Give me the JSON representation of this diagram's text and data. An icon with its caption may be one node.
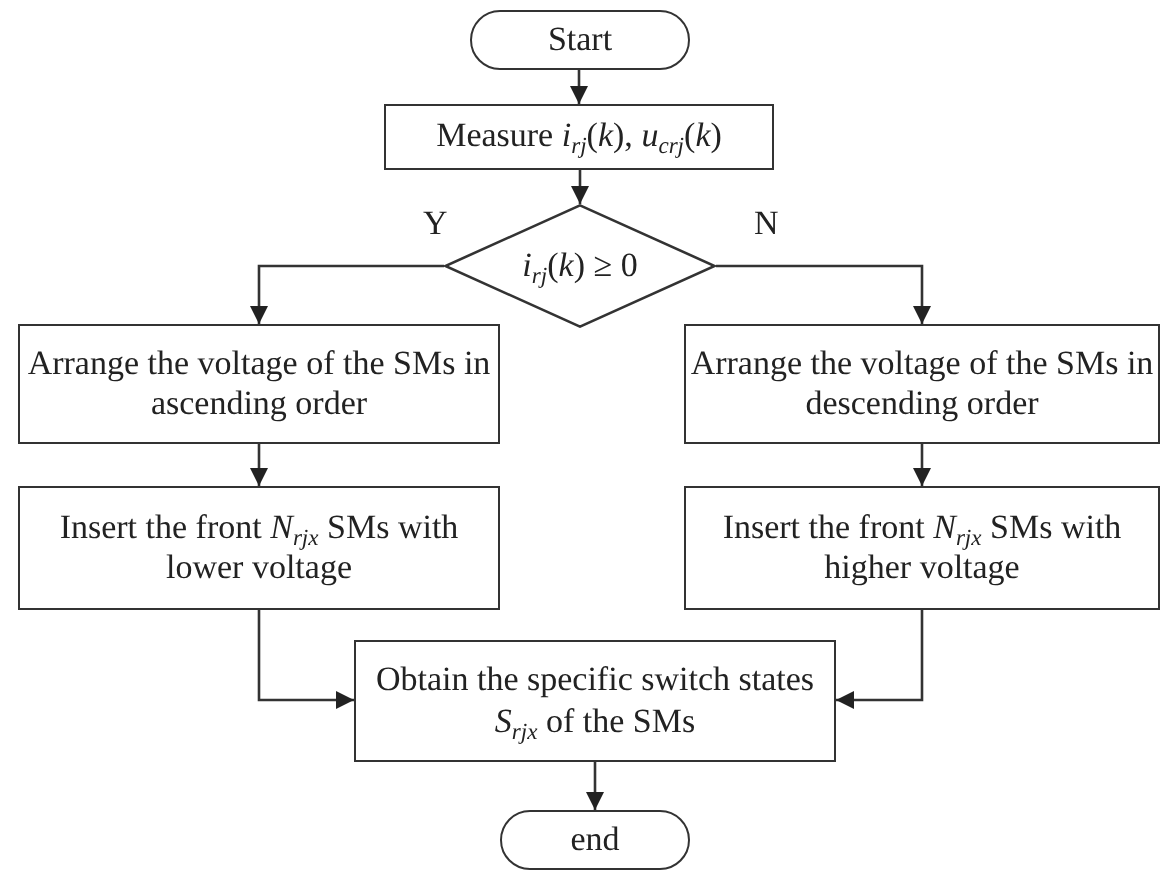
{
  "diagram": {
    "nodes": [
      {
        "text": [
          "Start"
        ]
      },
      {
        "text": [
          "Measure *i*$_{rj}$(*k*), *u*$_{crj}$(*k*)"
        ]
      },
      {
        "text": [
          "*i*$_{rj}$(*k*) ≥ 0"
        ]
      },
      {
        "text": [
          "Arrange the voltage of the SMs in ascending order"
        ]
      },
      {
        "text": [
          "Arrange the voltage of the SMs in descending order"
        ]
      },
      {
        "text": [
          "Insert the front *N*$_{rjx}$ SMs with lower voltage"
        ]
      },
      {
        "text": [
          "Insert the front *N*$_{rjx}$ SMs with higher voltage"
        ]
      },
      {
        "text": [
          "Obtain the specific switch states *S*$_{rjx}$ of the SMs"
        ]
      },
      {
        "text": [
          "end"
        ]
      }
    ],
    "edges": [
      {
        "from": 0,
        "to": 1,
        "arrow": "to"
      },
      {
        "from": 1,
        "to": 2,
        "arrow": "to"
      },
      {
        "from": 2,
        "to": 3,
        "arrow": "to",
        "label": "Y"
      },
      {
        "from": 2,
        "to": 4,
        "arrow": "to",
        "label": "N"
      },
      {
        "from": 3,
        "to": 5,
        "arrow": "to"
      },
      {
        "from": 4,
        "to": 6,
        "arrow": "to"
      },
      {
        "from": 5,
        "to": 7,
        "arrow": "to"
      },
      {
        "from": 6,
        "to": 7,
        "arrow": "to"
      },
      {
        "from": 7,
        "to": 8,
        "arrow": "to"
      }
    ]
  }
}
